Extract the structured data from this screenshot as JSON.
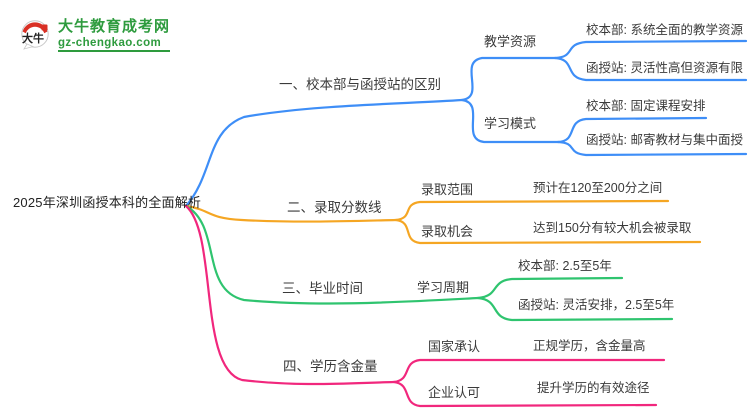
{
  "logo": {
    "title": "大牛教育成考网",
    "domain": "gz-chengkao.com",
    "seal_text": "大牛",
    "green": "#2e9b3e",
    "red": "#d93025"
  },
  "root": {
    "label": "2025年深圳函授本科的全面解析"
  },
  "branches": [
    {
      "label": "一、校本部与函授站的区别",
      "color": "#3e8ef7",
      "children": [
        {
          "label": "教学资源",
          "children": [
            {
              "label": "校本部: 系统全面的教学资源"
            },
            {
              "label": "函授站: 灵活性高但资源有限"
            }
          ]
        },
        {
          "label": "学习模式",
          "children": [
            {
              "label": "校本部: 固定课程安排"
            },
            {
              "label": "函授站: 邮寄教材与集中面授"
            }
          ]
        }
      ]
    },
    {
      "label": "二、录取分数线",
      "color": "#f5a623",
      "children": [
        {
          "label": "录取范围",
          "children": [
            {
              "label": "预计在120至200分之间"
            }
          ]
        },
        {
          "label": "录取机会",
          "children": [
            {
              "label": "达到150分有较大机会被录取"
            }
          ]
        }
      ]
    },
    {
      "label": "三、毕业时间",
      "color": "#2fc46f",
      "children": [
        {
          "label": "学习周期",
          "children": [
            {
              "label": "校本部: 2.5至5年"
            },
            {
              "label": "函授站: 灵活安排，2.5至5年"
            }
          ]
        }
      ]
    },
    {
      "label": "四、学历含金量",
      "color": "#f1277d",
      "children": [
        {
          "label": "国家承认",
          "children": [
            {
              "label": "正规学历，含金量高"
            }
          ]
        },
        {
          "label": "企业认可",
          "children": [
            {
              "label": "提升学历的有效途径"
            }
          ]
        }
      ]
    }
  ]
}
